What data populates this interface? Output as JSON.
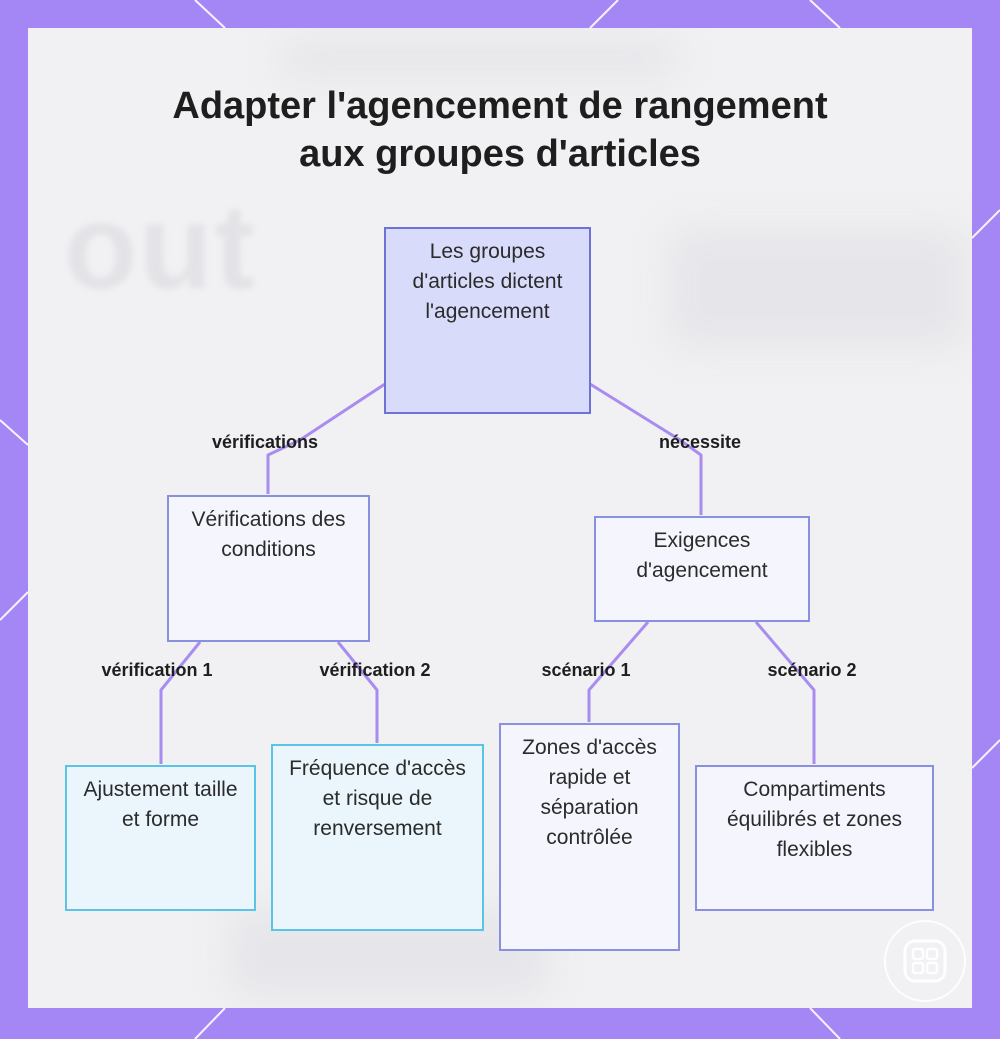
{
  "title": {
    "line1": "Adapter l'agencement de rangement",
    "line2": "aux groupes d'articles"
  },
  "nodes": {
    "root": "Les groupes d'articles dictent l'agencement",
    "checks": "Vérifications des conditions",
    "requirements": "Exigences d'agencement",
    "size_fit": "Ajustement taille et forme",
    "frequency": "Fréquence d'accès et risque de renversement",
    "quick_access": "Zones d'accès rapide et séparation contrôlée",
    "balanced": "Compartiments équilibrés et zones flexibles"
  },
  "edges": {
    "root_to_checks": "vérifications",
    "root_to_requirements": "nécessite",
    "checks_to_size": "vérification 1",
    "checks_to_frequency": "vérification 2",
    "req_to_quick": "scénario 1",
    "req_to_balanced": "scénario 2"
  },
  "colors": {
    "frame": "#a487f5",
    "connector": "#a98cf0",
    "root_fill": "#d9dbfb",
    "root_border": "#6c72d6",
    "mid_border": "#8a90e0",
    "leaf_cyan_border": "#5ac4e6"
  },
  "icons": {
    "logo": "grid-logo-icon"
  }
}
